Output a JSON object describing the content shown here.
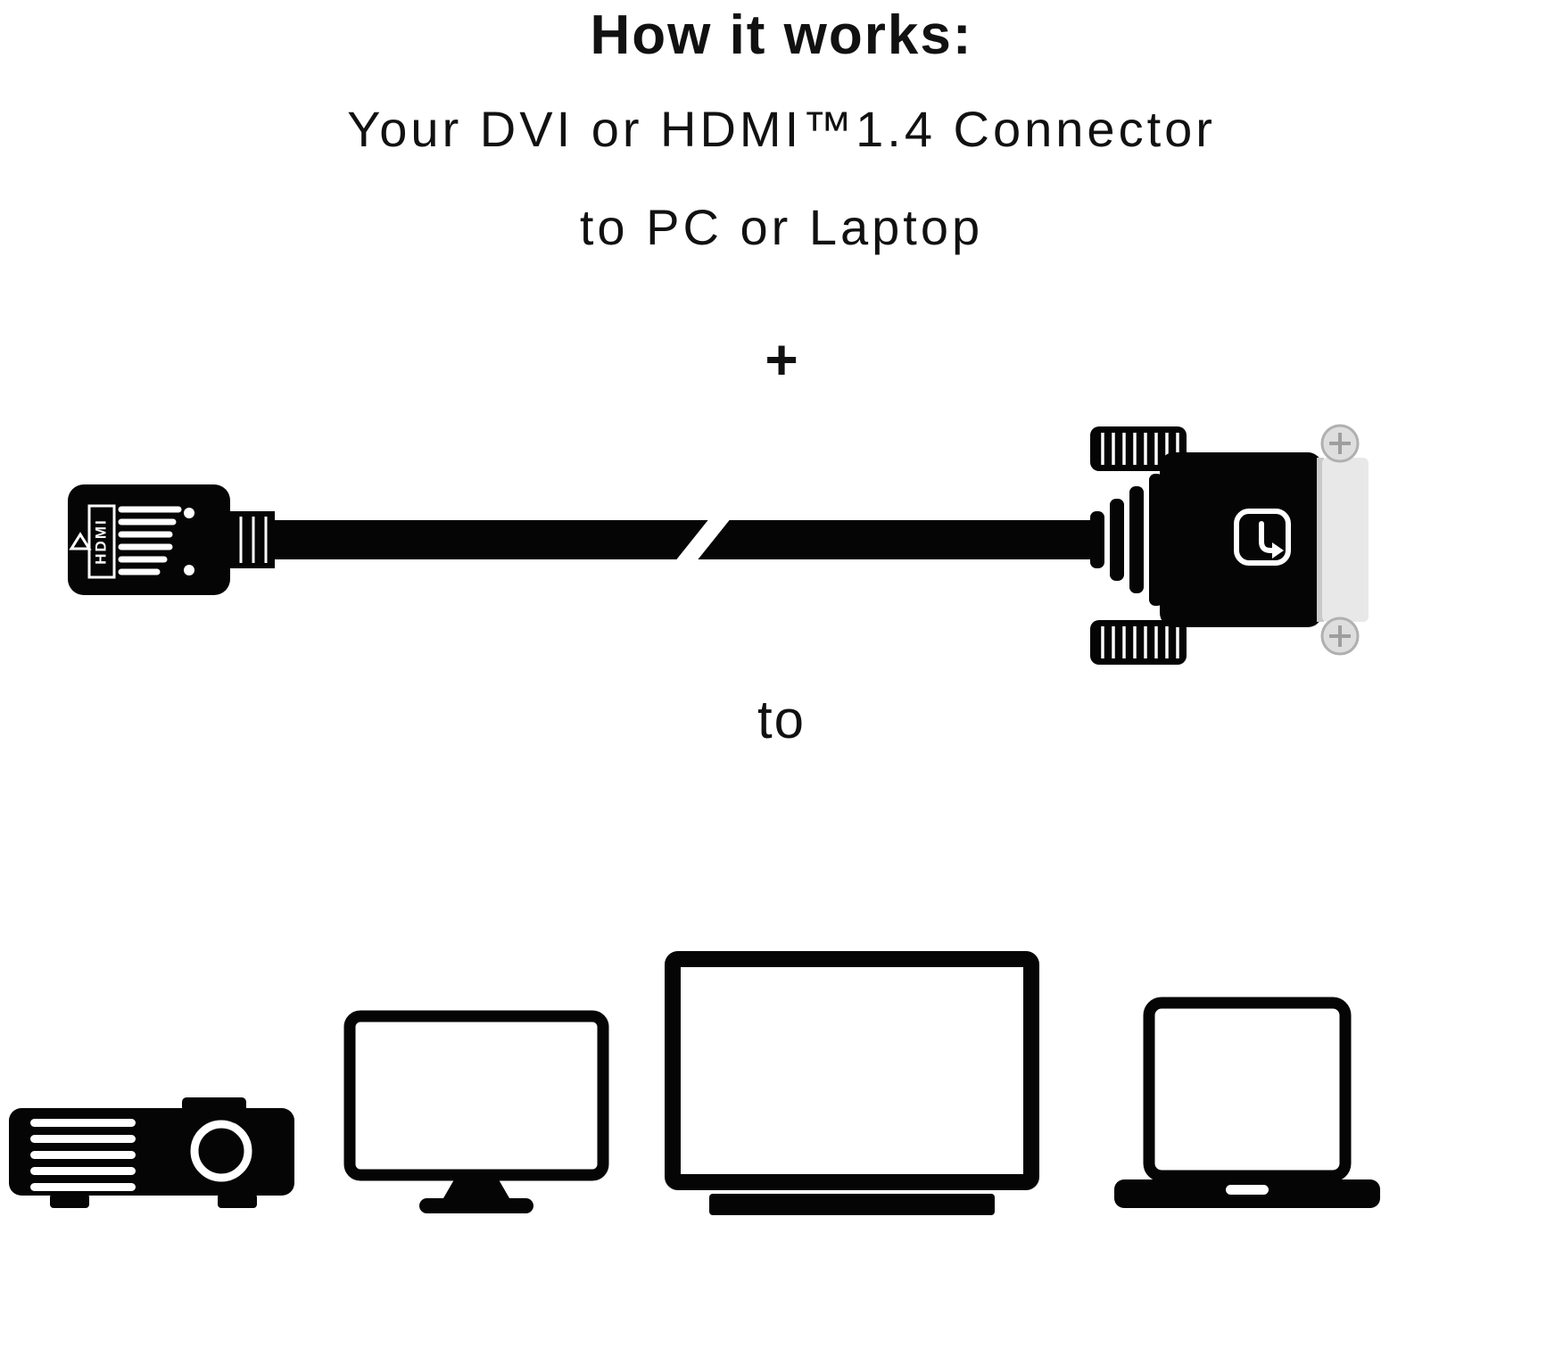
{
  "heading": {
    "title": "How it works:",
    "subtitle_line1": "Your DVI or HDMI™1.4 Connector",
    "subtitle_line2": "to PC or Laptop"
  },
  "operators": {
    "plus": "+",
    "to": "to"
  },
  "cable": {
    "hdmi_label": "HDMI",
    "left_connector": "hdmi-connector",
    "right_connector": "dvi-connector"
  },
  "devices": [
    "projector",
    "monitor",
    "tv",
    "laptop"
  ],
  "colors": {
    "background": "#ffffff",
    "ink": "#050505",
    "text": "#111111",
    "dvi_plate": "#e8e8e8",
    "screw": "#dedede",
    "screw_edge": "#b0b0b0"
  }
}
